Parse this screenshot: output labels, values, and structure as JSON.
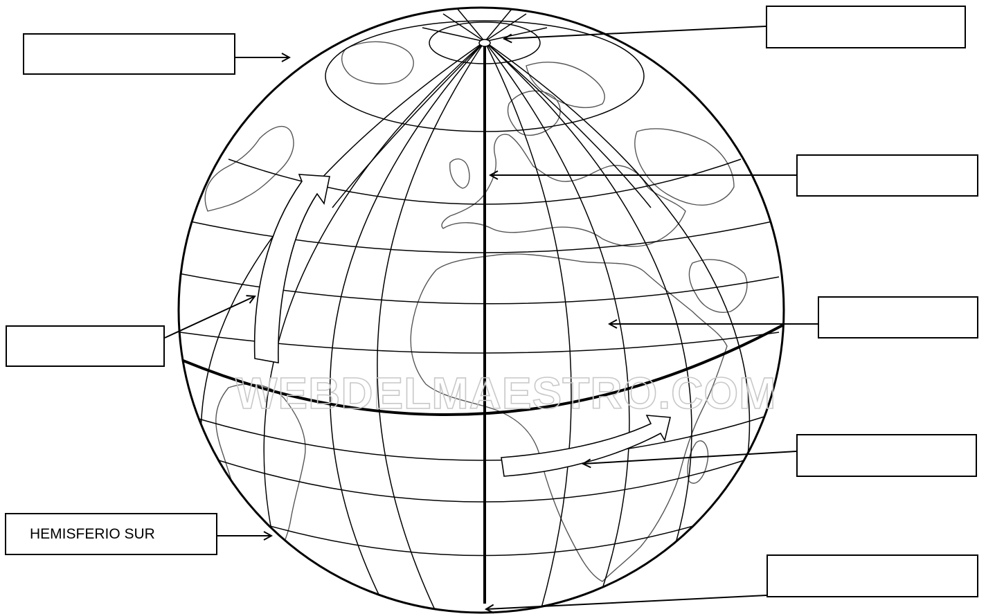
{
  "worksheet": {
    "labels": [
      {
        "id": "label-box-1",
        "text": ""
      },
      {
        "id": "label-box-2",
        "text": ""
      },
      {
        "id": "label-box-3",
        "text": ""
      },
      {
        "id": "label-box-4",
        "text": ""
      },
      {
        "id": "label-box-5",
        "text": ""
      },
      {
        "id": "label-box-6",
        "text": ""
      },
      {
        "id": "label-box-7",
        "text": "HEMISFERIO SUR"
      },
      {
        "id": "label-box-8",
        "text": ""
      }
    ],
    "watermark": "WEBDELMAESTRO.COM"
  },
  "colors": {
    "line": "#000000",
    "watermark": "#c8c8c8",
    "background": "#ffffff"
  }
}
